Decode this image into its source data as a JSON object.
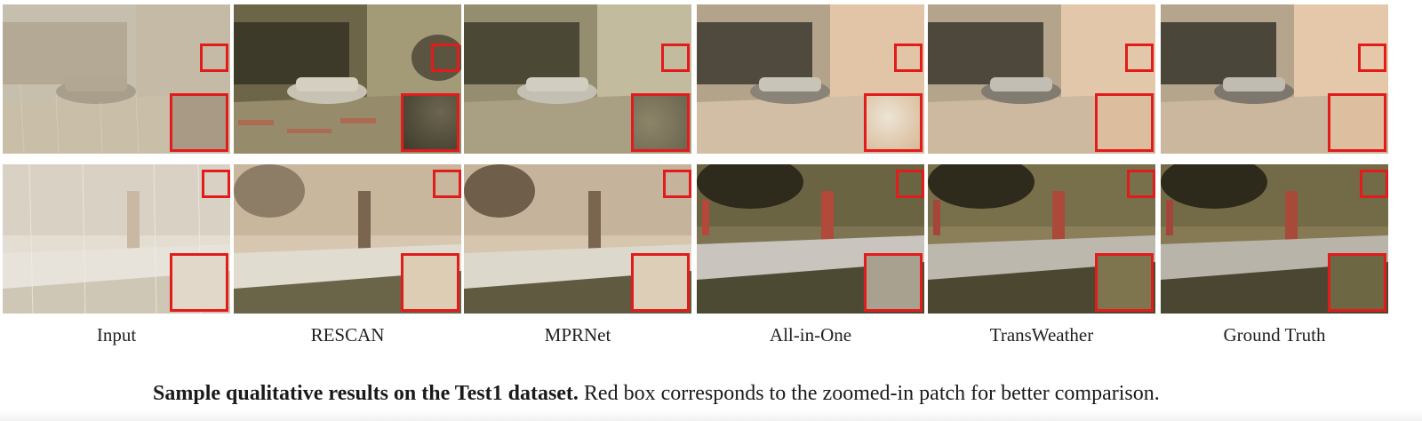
{
  "columns": [
    {
      "id": "input",
      "label": "Input"
    },
    {
      "id": "rescan",
      "label": "RESCAN"
    },
    {
      "id": "mprnet",
      "label": "MPRNet"
    },
    {
      "id": "allinone",
      "label": "All-in-One"
    },
    {
      "id": "transweather",
      "label": "TransWeather"
    },
    {
      "id": "gt",
      "label": "Ground Truth"
    }
  ],
  "caption": {
    "bold": "Sample qualitative results on the Test1 dataset.",
    "normal": " Red box corresponds to the zoomed-in patch for better comparison."
  },
  "colors": {
    "zoom_box": "#e21b1b"
  }
}
